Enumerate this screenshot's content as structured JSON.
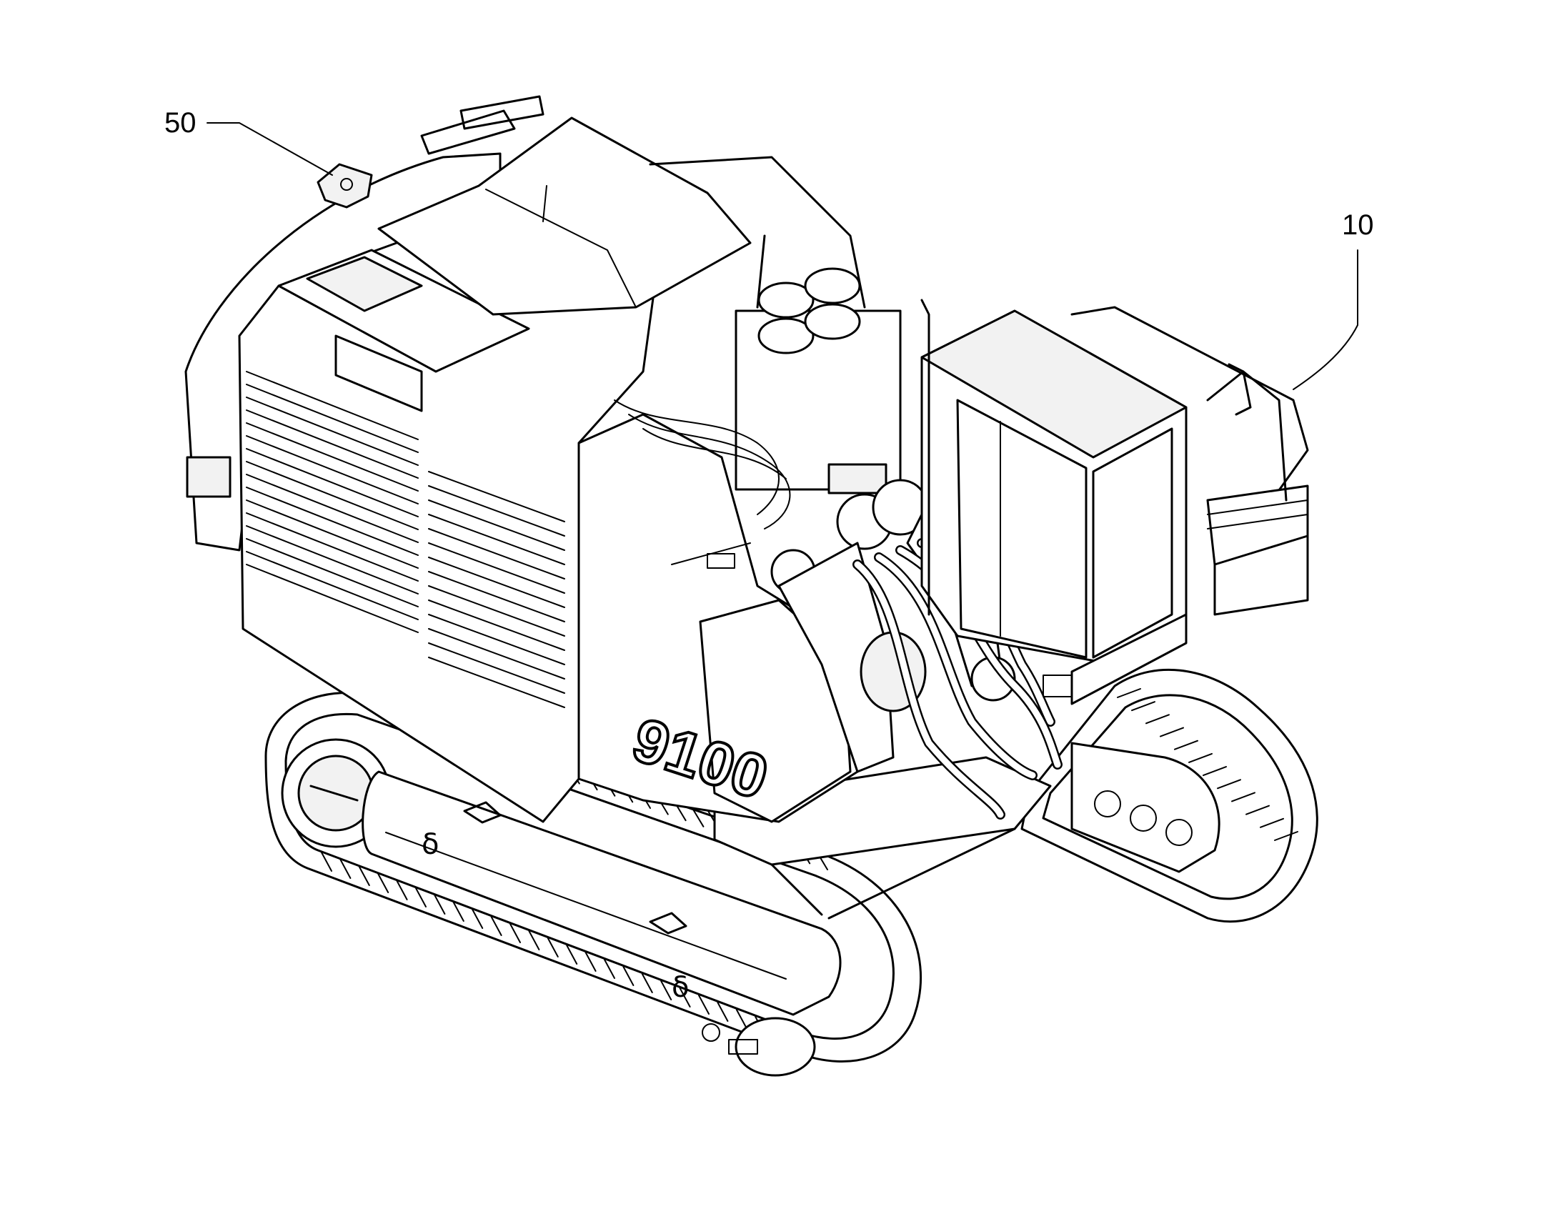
{
  "references": [
    {
      "id": "ref-50",
      "text": "50"
    },
    {
      "id": "ref-10",
      "text": "10"
    }
  ],
  "model_marking": "9100",
  "colors": {
    "line": "#000000",
    "background": "#ffffff"
  }
}
